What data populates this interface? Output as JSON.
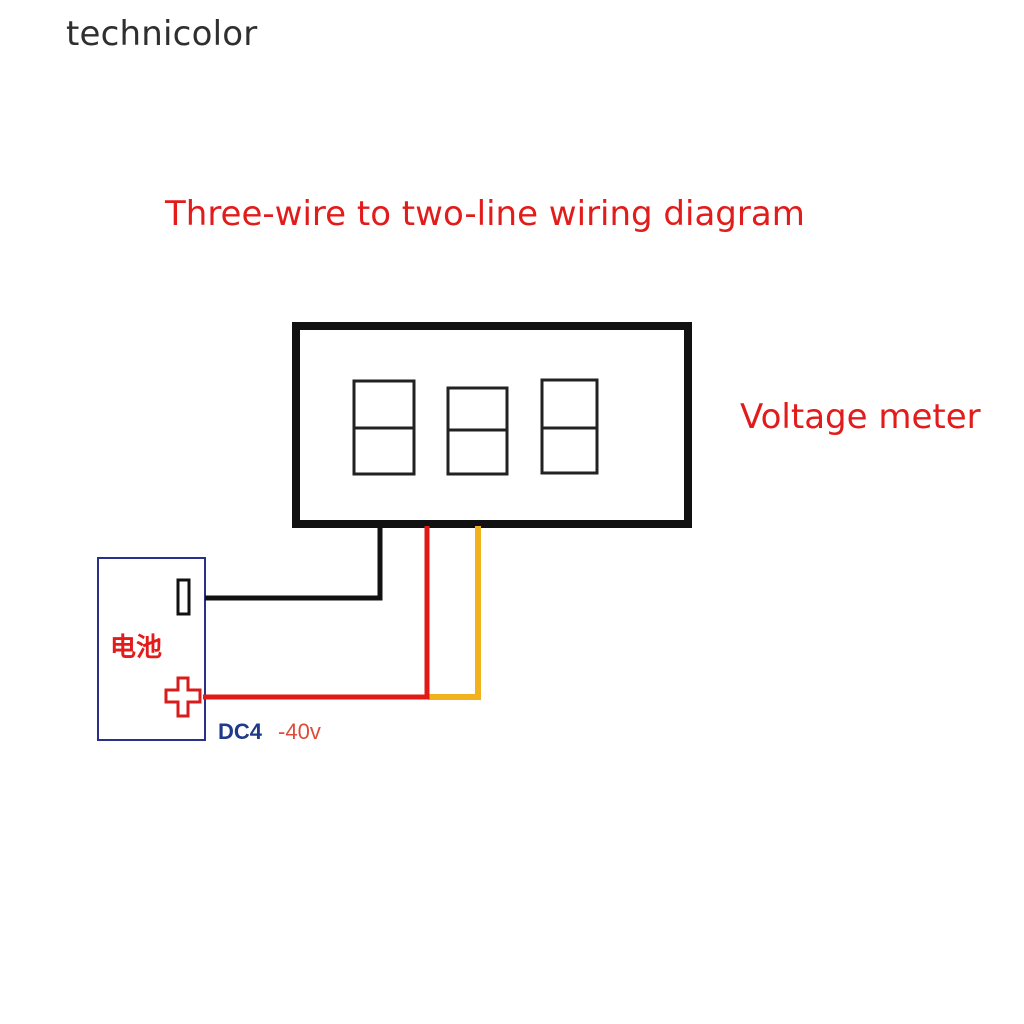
{
  "brand": "technicolor",
  "diagram": {
    "title": "Three-wire to two-line wiring diagram",
    "meter_label": "Voltage meter",
    "battery_label": "电池",
    "dc_prefix": "DC4",
    "dc_suffix": "-40v"
  },
  "colors": {
    "title": "#e21b1b",
    "wire_black": "#111111",
    "wire_red": "#e01818",
    "wire_yellow": "#f2b21e",
    "battery_border": "#28308c"
  },
  "icons": [
    "minus-terminal-icon",
    "plus-terminal-icon"
  ]
}
